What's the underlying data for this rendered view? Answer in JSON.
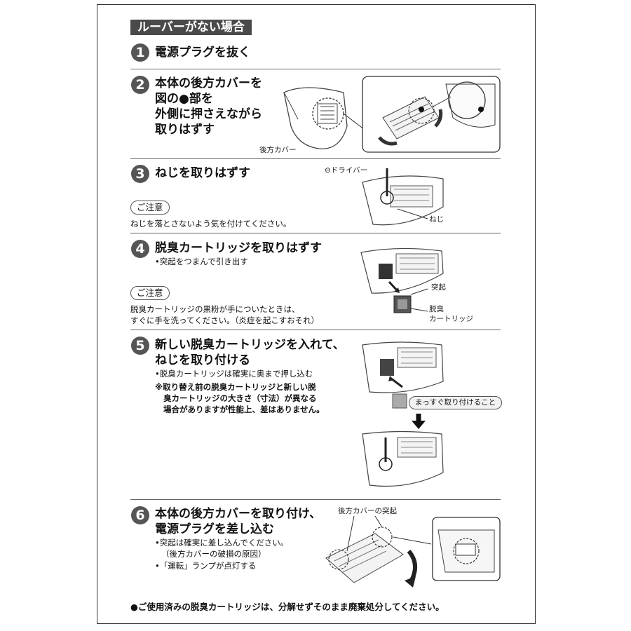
{
  "header": {
    "title": "ルーバーがない場合"
  },
  "steps": [
    {
      "num": "1",
      "title": "電源プラグを抜く"
    },
    {
      "num": "2",
      "title_lines": [
        "本体の後方カバーを",
        "図の●部を",
        "外側に押さえながら",
        "取りはずす"
      ],
      "figure_label": "後方カバー"
    },
    {
      "num": "3",
      "title": "ねじを取りはずす",
      "figure_labels": [
        "⊖ドライバー",
        "ねじ"
      ],
      "caution_label": "ご注意",
      "caution_text": "ねじを落とさないよう気を付けてください。"
    },
    {
      "num": "4",
      "title": "脱臭カートリッジを取りはずす",
      "bullet": "•突起をつまんで引き出す",
      "figure_labels": [
        "突起",
        "脱臭",
        "カートリッジ"
      ],
      "caution_label": "ご注意",
      "caution_lines": [
        "脱臭カートリッジの黒粉が手についたときは、",
        "すぐに手を洗ってください。（炎症を起こすおそれ）"
      ]
    },
    {
      "num": "5",
      "title_lines": [
        "新しい脱臭カートリッジを入れて、",
        "ねじを取り付ける"
      ],
      "bullet": "•脱臭カートリッジは確実に奥まで押し込む",
      "note_lines": [
        "※取り替え前の脱臭カートリッジと新しい脱",
        "臭カートリッジの大きさ（寸法）が異なる",
        "場合がありますが性能上、差はありません。"
      ],
      "pill": "まっすぐ取り付けること"
    },
    {
      "num": "6",
      "title_lines": [
        "本体の後方カバーを取り付け、",
        "電源プラグを差し込む"
      ],
      "bullets": [
        "•突起は確実に差し込んでください。",
        "（後方カバーの破損の原因）",
        "•「運転」ランプが点灯する"
      ],
      "figure_label": "後方カバーの突起"
    }
  ],
  "footer": {
    "text": "●ご使用済みの脱臭カートリッジは、分解せずそのまま廃棄処分してください。"
  },
  "colors": {
    "header_bg": "#4a4a4a",
    "step_circle": "#555555",
    "rule": "#666666"
  }
}
